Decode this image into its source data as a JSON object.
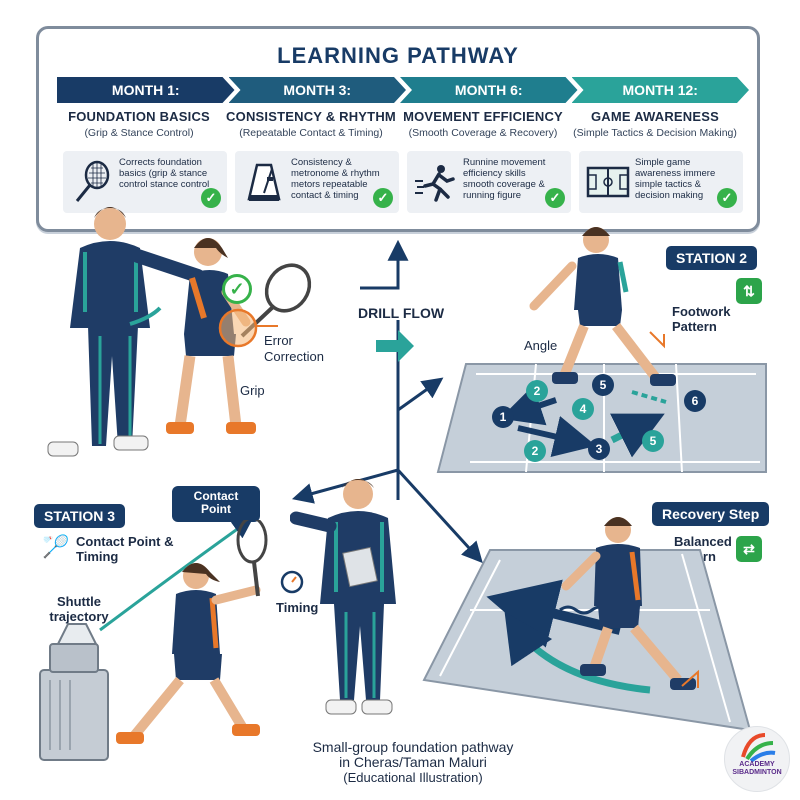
{
  "pathway": {
    "title": "LEARNING PATHWAY",
    "months": [
      "MONTH 1:",
      "MONTH 3:",
      "MONTH 6:",
      "MONTH 12:"
    ],
    "month_colors": [
      "#183b66",
      "#1f5c7d",
      "#1f7e8e",
      "#2aa39a"
    ],
    "stages": [
      {
        "title": "FOUNDATION BASICS",
        "subtitle": "(Grip & Stance Control)",
        "card_text": "Corrects foundation basics (grip & stance control stance control",
        "icon": "racket-icon"
      },
      {
        "title": "CONSISTENCY & RHYTHM",
        "subtitle": "(Repeatable Contact & Timing)",
        "card_text": "Consistency & metronome & rhythm metors repeatable contact & timing",
        "icon": "metronome-icon"
      },
      {
        "title": "MOVEMENT EFFICIENCY",
        "subtitle": "(Smooth Coverage & Recovery)",
        "card_text": "Runnine movement efficiency skills smooth coverage & running figure",
        "icon": "runner-icon"
      },
      {
        "title": "GAME AWARENESS",
        "subtitle": "(Simple Tactics & Decision Making)",
        "card_text": "Simple game awareness immere simple tactics & decision making",
        "icon": "court-icon"
      }
    ]
  },
  "station1": {
    "error_correction": "Error Correction",
    "grip": "Grip"
  },
  "drill_flow": "DRILL FLOW",
  "station2": {
    "tag": "STATION 2",
    "footwork": "Footwork Pattern",
    "angle": "Angle",
    "steps": [
      "1",
      "2",
      "2",
      "3",
      "4",
      "5",
      "5",
      "6"
    ]
  },
  "station3": {
    "tag": "STATION 3",
    "contact": "Contact Point & Timing",
    "contact_bubble": "Contact Point",
    "shuttle_trajectory": "Shuttle trajectory",
    "timing": "Timing"
  },
  "station4": {
    "tag": "Recovery Step",
    "balanced": "Balanced Return"
  },
  "caption": {
    "line1": "Small-group foundation pathway",
    "line2": "in Cheras/Taman Maluri",
    "line3": "(Educational Illustration)"
  },
  "logo": {
    "text": "ACADEMY SIBADMINTON"
  },
  "colors": {
    "navy": "#183b66",
    "teal": "#2aa39a",
    "orange": "#e8782a",
    "green": "#36b24a",
    "court": "#b7c2cf"
  }
}
